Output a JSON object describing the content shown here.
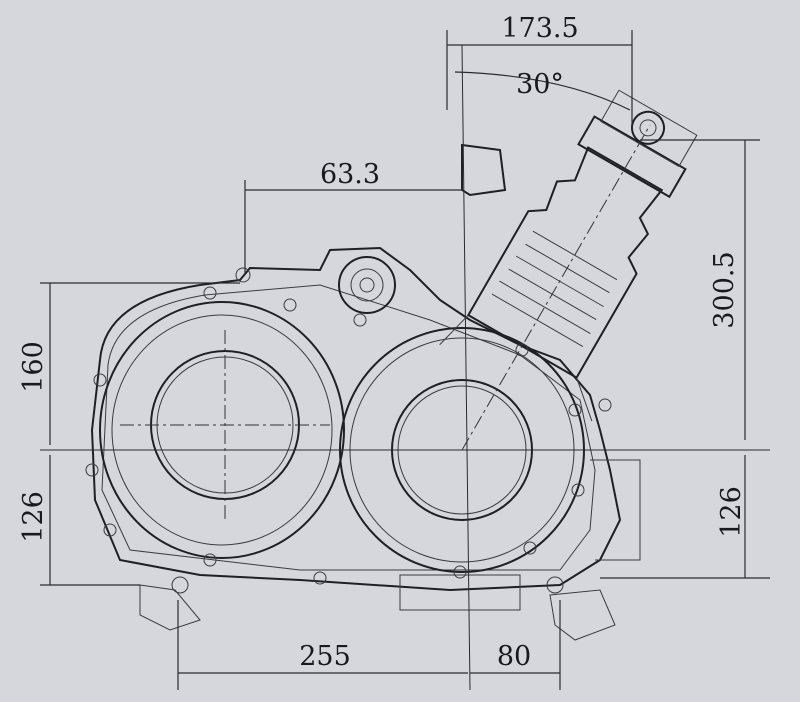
{
  "diagram": {
    "dimensions": {
      "top_width": "173.5",
      "angle": "30°",
      "upper_offset": "63.3",
      "right_height": "300.5",
      "left_upper_height": "160",
      "left_lower_height": "126",
      "right_lower_height": "126",
      "bottom_left_width": "255",
      "bottom_right_width": "80"
    },
    "colors": {
      "paper": "#d6d7dc",
      "ink": "#1a1a1e"
    }
  }
}
